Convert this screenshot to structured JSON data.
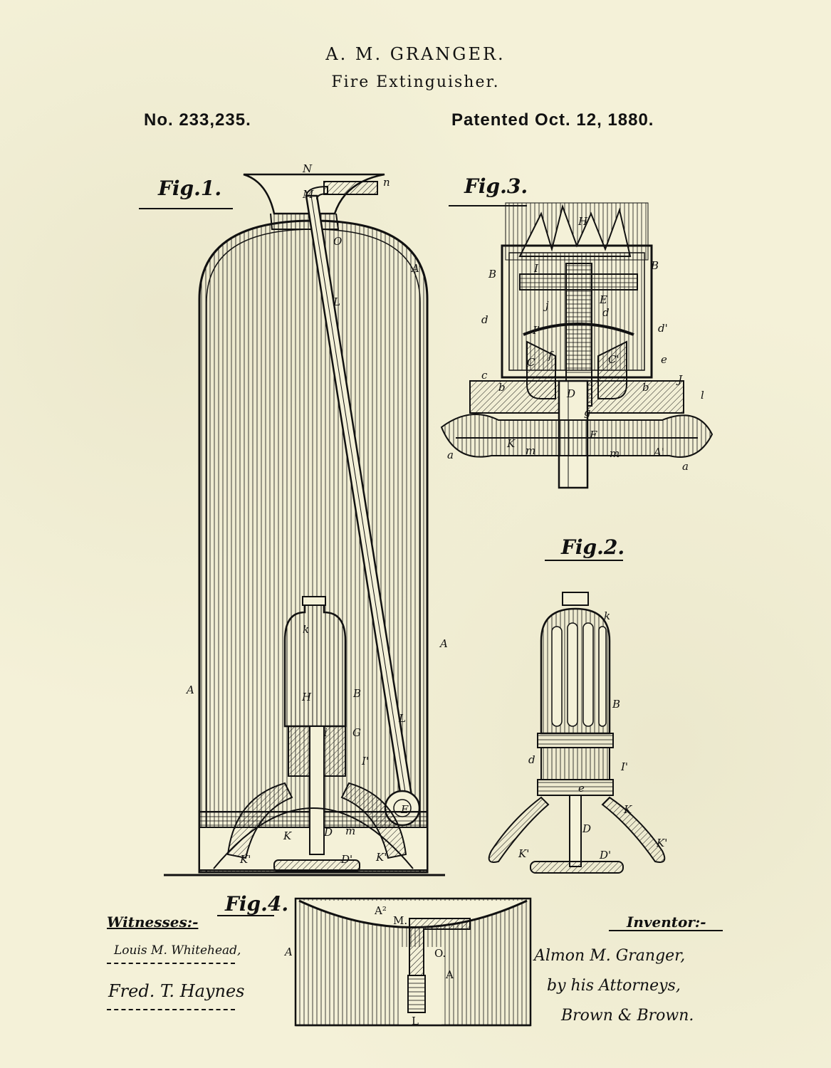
{
  "header": {
    "inventor_name": "A. M. GRANGER.",
    "title": "Fire Extinguisher.",
    "patent_number": "No. 233,235.",
    "patent_date": "Patented Oct. 12, 1880."
  },
  "figures": {
    "fig1": "Fig.1.",
    "fig2": "Fig.2.",
    "fig3": "Fig.3.",
    "fig4": "Fig.4."
  },
  "labels": {
    "fig1": [
      "N",
      "n",
      "M",
      "O",
      "A",
      "L",
      "A",
      "A",
      "B",
      "H",
      "k",
      "i",
      "G",
      "I'",
      "L",
      "E",
      "D",
      "m",
      "K",
      "K'",
      "K'",
      "D'"
    ],
    "fig2": [
      "k",
      "B",
      "d",
      "I'",
      "e",
      "K",
      "D",
      "K'",
      "K'",
      "D'"
    ],
    "fig3": [
      "H",
      "B",
      "B",
      "I",
      "E",
      "j",
      "d",
      "d",
      "d'",
      "I'",
      "C",
      "C'",
      "f",
      "c",
      "e",
      "b",
      "b",
      "D",
      "g",
      "F",
      "K",
      "m",
      "m",
      "A'",
      "a",
      "a",
      "J",
      "l"
    ],
    "fig4": [
      "A²",
      "M.",
      "O.",
      "A",
      "L",
      "A"
    ]
  },
  "signatures": {
    "witnesses_heading": "Witnesses:-",
    "witness_1": "Louis M. Whitehead,",
    "witness_2": "Fred. T. Haynes",
    "inventor_heading": "Inventor:-",
    "inventor_signature": "Almon M. Granger,",
    "attorneys": "by his Attorneys,",
    "attorney_names": "Brown & Brown."
  },
  "colors": {
    "paper": "#f4f1d8",
    "ink": "#111111"
  }
}
